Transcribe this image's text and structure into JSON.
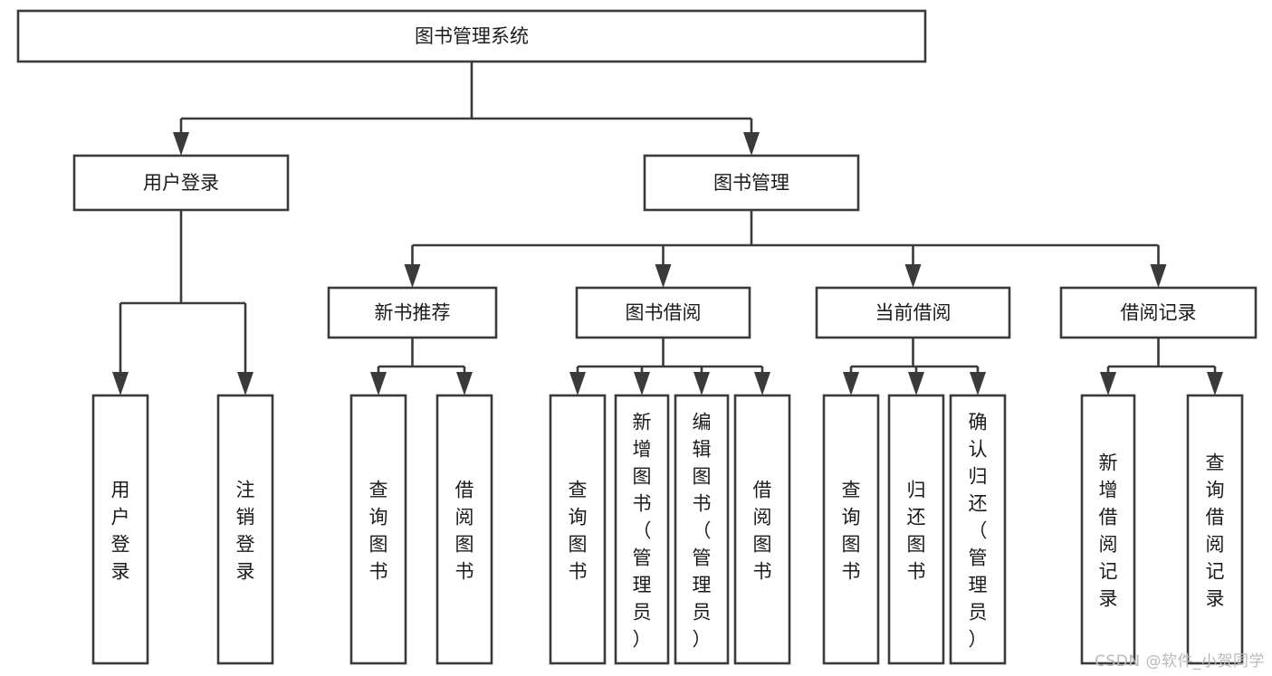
{
  "diagram": {
    "title": "图书管理系统",
    "type": "hierarchy-tree",
    "orientation": "top-down",
    "colors": {
      "box_stroke": "#3a3a3a",
      "box_fill": "#ffffff",
      "connector": "#3a3a3a",
      "text": "#1b1b1b",
      "background": "#ffffff",
      "watermark": "#b9b9b9"
    },
    "nodes": {
      "root": {
        "label": "图书管理系统",
        "level": 0,
        "orientation": "horizontal"
      },
      "user_login": {
        "label": "用户登录",
        "level": 1,
        "orientation": "horizontal"
      },
      "book_manage": {
        "label": "图书管理",
        "level": 1,
        "orientation": "horizontal"
      },
      "new_book_recommend": {
        "label": "新书推荐",
        "level": 2,
        "orientation": "horizontal"
      },
      "book_borrow": {
        "label": "图书借阅",
        "level": 2,
        "orientation": "horizontal"
      },
      "current_borrow": {
        "label": "当前借阅",
        "level": 2,
        "orientation": "horizontal"
      },
      "borrow_record": {
        "label": "借阅记录",
        "level": 2,
        "orientation": "horizontal"
      },
      "leaf_user_login": {
        "label": "用户登录",
        "level": 2,
        "orientation": "vertical"
      },
      "leaf_logout_login": {
        "label": "注销登录",
        "level": 2,
        "orientation": "vertical"
      },
      "leaf_query_book_1": {
        "label": "查询图书",
        "level": 3,
        "orientation": "vertical"
      },
      "leaf_borrow_book_1": {
        "label": "借阅图书",
        "level": 3,
        "orientation": "vertical"
      },
      "leaf_query_book_2": {
        "label": "查询图书",
        "level": 3,
        "orientation": "vertical"
      },
      "leaf_add_book": {
        "label": "新增图书（管理员）",
        "level": 3,
        "orientation": "vertical"
      },
      "leaf_edit_book": {
        "label": "编辑图书（管理员）",
        "level": 3,
        "orientation": "vertical"
      },
      "leaf_borrow_book_2": {
        "label": "借阅图书",
        "level": 3,
        "orientation": "vertical"
      },
      "leaf_query_book_3": {
        "label": "查询图书",
        "level": 3,
        "orientation": "vertical"
      },
      "leaf_return_book": {
        "label": "归还图书",
        "level": 3,
        "orientation": "vertical"
      },
      "leaf_confirm_return": {
        "label": "确认归还（管理员）",
        "level": 3,
        "orientation": "vertical"
      },
      "leaf_add_record": {
        "label": "新增借阅记录",
        "level": 3,
        "orientation": "vertical"
      },
      "leaf_query_record": {
        "label": "查询借阅记录",
        "level": 3,
        "orientation": "vertical"
      }
    },
    "edges": [
      {
        "from": "root",
        "to": "user_login"
      },
      {
        "from": "root",
        "to": "book_manage"
      },
      {
        "from": "user_login",
        "to": "leaf_user_login"
      },
      {
        "from": "user_login",
        "to": "leaf_logout_login"
      },
      {
        "from": "book_manage",
        "to": "new_book_recommend"
      },
      {
        "from": "book_manage",
        "to": "book_borrow"
      },
      {
        "from": "book_manage",
        "to": "current_borrow"
      },
      {
        "from": "book_manage",
        "to": "borrow_record"
      },
      {
        "from": "new_book_recommend",
        "to": "leaf_query_book_1"
      },
      {
        "from": "new_book_recommend",
        "to": "leaf_borrow_book_1"
      },
      {
        "from": "book_borrow",
        "to": "leaf_query_book_2"
      },
      {
        "from": "book_borrow",
        "to": "leaf_add_book"
      },
      {
        "from": "book_borrow",
        "to": "leaf_edit_book"
      },
      {
        "from": "book_borrow",
        "to": "leaf_borrow_book_2"
      },
      {
        "from": "current_borrow",
        "to": "leaf_query_book_3"
      },
      {
        "from": "current_borrow",
        "to": "leaf_return_book"
      },
      {
        "from": "current_borrow",
        "to": "leaf_confirm_return"
      },
      {
        "from": "borrow_record",
        "to": "leaf_add_record"
      },
      {
        "from": "borrow_record",
        "to": "leaf_query_record"
      }
    ]
  },
  "watermark": {
    "text": "CSDN @软件_小贺同学"
  }
}
